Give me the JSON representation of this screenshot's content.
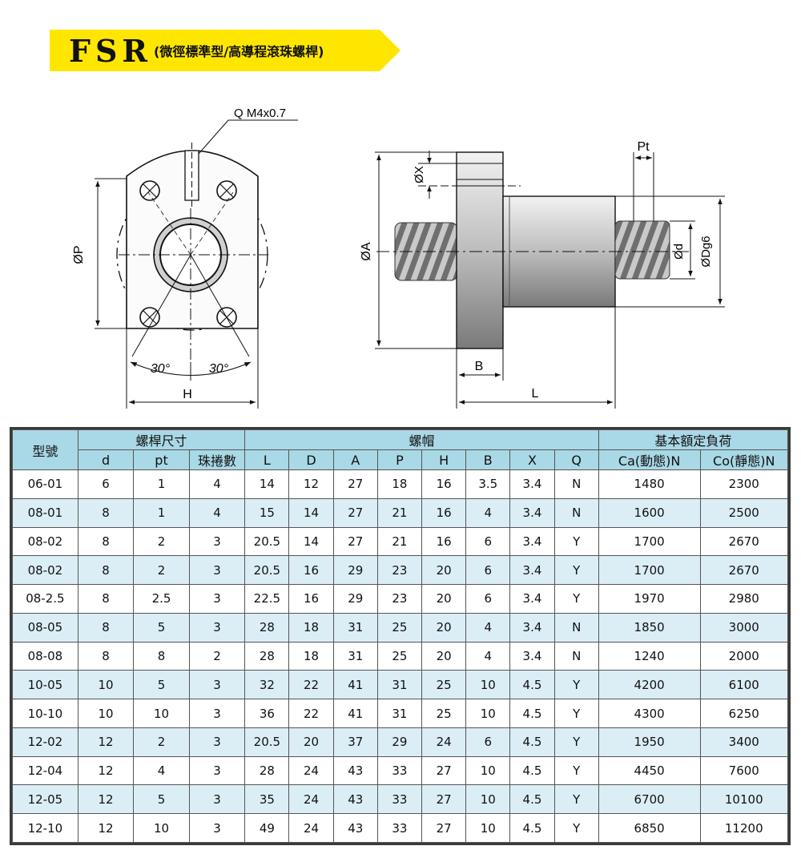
{
  "title": {
    "model": "FSR",
    "subtitle": "(微徑標準型/高導程滾珠螺桿)"
  },
  "drawing": {
    "front_view": {
      "thread_label": "Q M4x0.7",
      "dim_p": "ØP",
      "dim_h": "H",
      "angle_left": "30°",
      "angle_right": "30°"
    },
    "side_view": {
      "dim_pt": "Pt",
      "dim_x": "ØX",
      "dim_a": "ØA",
      "dim_d": "Ød",
      "dim_dg6": "ØDg6",
      "dim_b": "B",
      "dim_l": "L"
    }
  },
  "table": {
    "header_model": "型號",
    "group_screw": "螺桿尺寸",
    "group_nut": "螺帽",
    "group_load": "基本額定負荷",
    "columns": [
      "d",
      "pt",
      "珠捲數",
      "L",
      "D",
      "A",
      "P",
      "H",
      "B",
      "X",
      "Q",
      "Ca(動態)N",
      "Co(靜態)N"
    ],
    "rows": [
      [
        "06-01",
        "6",
        "1",
        "4",
        "14",
        "12",
        "27",
        "18",
        "16",
        "3.5",
        "3.4",
        "N",
        "1480",
        "2300"
      ],
      [
        "08-01",
        "8",
        "1",
        "4",
        "15",
        "14",
        "27",
        "21",
        "16",
        "4",
        "3.4",
        "N",
        "1600",
        "2500"
      ],
      [
        "08-02",
        "8",
        "2",
        "3",
        "20.5",
        "14",
        "27",
        "21",
        "16",
        "6",
        "3.4",
        "Y",
        "1700",
        "2670"
      ],
      [
        "08-02",
        "8",
        "2",
        "3",
        "20.5",
        "16",
        "29",
        "23",
        "20",
        "6",
        "3.4",
        "Y",
        "1700",
        "2670"
      ],
      [
        "08-2.5",
        "8",
        "2.5",
        "3",
        "22.5",
        "16",
        "29",
        "23",
        "20",
        "6",
        "3.4",
        "Y",
        "1970",
        "2980"
      ],
      [
        "08-05",
        "8",
        "5",
        "3",
        "28",
        "18",
        "31",
        "25",
        "20",
        "4",
        "3.4",
        "N",
        "1850",
        "3000"
      ],
      [
        "08-08",
        "8",
        "8",
        "2",
        "28",
        "18",
        "31",
        "25",
        "20",
        "4",
        "3.4",
        "N",
        "1240",
        "2000"
      ],
      [
        "10-05",
        "10",
        "5",
        "3",
        "32",
        "22",
        "41",
        "31",
        "25",
        "10",
        "4.5",
        "Y",
        "4200",
        "6100"
      ],
      [
        "10-10",
        "10",
        "10",
        "3",
        "36",
        "22",
        "41",
        "31",
        "25",
        "10",
        "4.5",
        "Y",
        "4300",
        "6250"
      ],
      [
        "12-02",
        "12",
        "2",
        "3",
        "20.5",
        "20",
        "37",
        "29",
        "24",
        "6",
        "4.5",
        "Y",
        "1950",
        "3400"
      ],
      [
        "12-04",
        "12",
        "4",
        "3",
        "28",
        "24",
        "43",
        "33",
        "27",
        "10",
        "4.5",
        "Y",
        "4450",
        "7600"
      ],
      [
        "12-05",
        "12",
        "5",
        "3",
        "35",
        "24",
        "43",
        "33",
        "27",
        "10",
        "4.5",
        "Y",
        "6700",
        "10100"
      ],
      [
        "12-10",
        "12",
        "10",
        "3",
        "49",
        "24",
        "43",
        "33",
        "27",
        "10",
        "4.5",
        "Y",
        "6850",
        "11200"
      ]
    ]
  },
  "colors": {
    "banner_yellow": "#ffe600",
    "header_blue": "#a9d8e6",
    "row_shade": "#dbeef5"
  }
}
